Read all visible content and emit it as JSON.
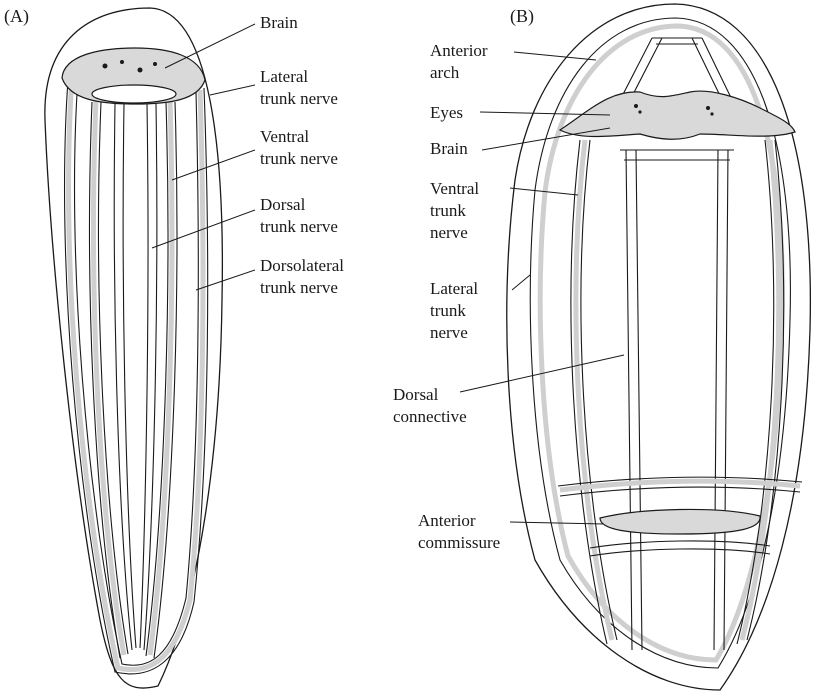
{
  "panel_a": {
    "label": "(A)",
    "callouts": [
      {
        "id": "brain",
        "lines": [
          "Brain"
        ]
      },
      {
        "id": "lateral",
        "lines": [
          "Lateral",
          "trunk nerve"
        ]
      },
      {
        "id": "ventral",
        "lines": [
          "Ventral",
          "trunk nerve"
        ]
      },
      {
        "id": "dorsal",
        "lines": [
          "Dorsal",
          "trunk nerve"
        ]
      },
      {
        "id": "dorsolateral",
        "lines": [
          "Dorsolateral",
          "trunk nerve"
        ]
      }
    ]
  },
  "panel_b": {
    "label": "(B)",
    "callouts": [
      {
        "id": "anterior-arch",
        "lines": [
          "Anterior",
          "arch"
        ]
      },
      {
        "id": "eyes",
        "lines": [
          "Eyes"
        ]
      },
      {
        "id": "brain",
        "lines": [
          "Brain"
        ]
      },
      {
        "id": "ventral",
        "lines": [
          "Ventral",
          "trunk",
          "nerve"
        ]
      },
      {
        "id": "lateral",
        "lines": [
          "Lateral",
          "trunk",
          "nerve"
        ]
      },
      {
        "id": "dorsal-connective",
        "lines": [
          "Dorsal",
          "connective"
        ]
      },
      {
        "id": "anterior-commissure",
        "lines": [
          "Anterior",
          "commissure"
        ]
      }
    ]
  }
}
